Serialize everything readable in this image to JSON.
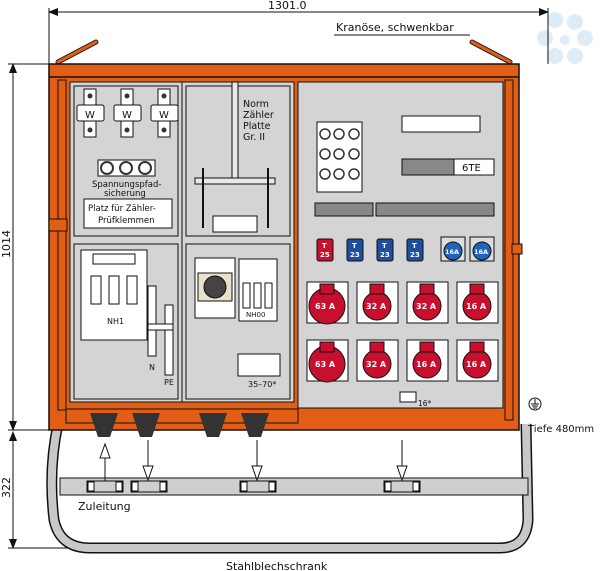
{
  "colors": {
    "enclosure": "#e25e14",
    "panel": "#d4d4d4",
    "socket_red": "#c8102e",
    "fuse_blue": "#1f4e9c",
    "fuse_red": "#c8102e",
    "cee_blue": "#1f64b8",
    "line": "#1a1a1a",
    "frame_grey": "#c8c8c8"
  },
  "dimensions": {
    "width": "1301.0",
    "height_cabinet": "1014",
    "height_frame": "322",
    "depth": "Tiefe 480mm"
  },
  "annotations": {
    "crane_eye": "Kranöse, schwenkbar",
    "feed": "Zuleitung",
    "title": "Stahlblechschrank",
    "earth_symbol": "earth-ground"
  },
  "left_panel": {
    "meter_terminals": [
      "W",
      "W",
      "W"
    ],
    "voltage_fuse_label_1": "Spannungspfad-",
    "voltage_fuse_label_2": "sicherung",
    "meter_terminal_box_1": "Platz für Zähler-",
    "meter_terminal_box_2": "Prüfklemmen",
    "main_fuse": "NH1",
    "neutral_bar": "N",
    "pe_bar": "PE"
  },
  "middle_panel": {
    "meter_plate_lines": [
      "Norm",
      "Zähler",
      "Platte",
      "Gr. II"
    ],
    "fuse_switch": "NH00",
    "terminal_block": "35–70*"
  },
  "right_panel": {
    "rcd_label": "6TE",
    "small_fuses": [
      {
        "type": "T",
        "rating": "25",
        "color": "red"
      },
      {
        "type": "T",
        "rating": "23",
        "color": "blue"
      },
      {
        "type": "T",
        "rating": "23",
        "color": "blue"
      },
      {
        "type": "T",
        "rating": "23",
        "color": "blue"
      }
    ],
    "cee_sockets_blue": [
      "16A",
      "16A"
    ],
    "cee_sockets_row1": [
      "63 A",
      "32 A",
      "32 A",
      "16 A"
    ],
    "cee_sockets_row2": [
      "63 A",
      "32 A",
      "16 A",
      "16 A"
    ],
    "terminal_block": "16*"
  }
}
